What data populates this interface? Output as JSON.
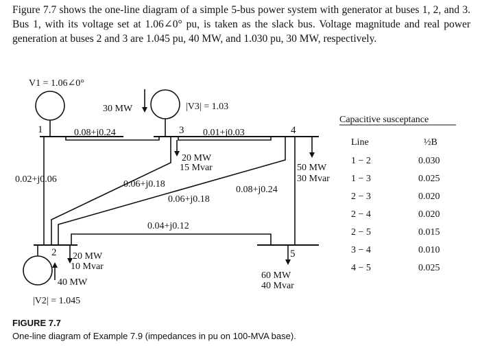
{
  "intro_text": "Figure 7.7 shows the one-line diagram of a simple 5-bus power system with generator at buses 1, 2, and 3. Bus 1, with its voltage set at 1.06∠0° pu, is taken as the slack bus. Voltage magnitude and real power generation at buses 2 and 3 are 1.045 pu, 40 MW, and 1.030 pu, 30 MW, respectively.",
  "diagram": {
    "buses": [
      "1",
      "2",
      "3",
      "4",
      "5"
    ],
    "generators": {
      "bus1_voltage": "V1 = 1.06∠0°",
      "bus3_power": "30 MW",
      "bus3_voltage": "|V3| = 1.03",
      "bus2_power": "40 MW",
      "bus2_voltage": "|V2| = 1.045"
    },
    "loads": {
      "bus3": [
        "20 MW",
        "15 Mvar"
      ],
      "bus4": [
        "50 MW",
        "30 Mvar"
      ],
      "bus2": [
        "20 MW",
        "10 Mvar"
      ],
      "bus5": [
        "60 MW",
        "40 Mvar"
      ]
    },
    "impedances": {
      "line_1_3": "0.08+j0.24",
      "line_3_4": "0.01+j0.03",
      "line_1_2": "0.02+j0.06",
      "line_2_3a": "0.06+j0.18",
      "line_2_3b": "0.06+j0.18",
      "line_4_5": "0.08+j0.24",
      "line_2_5": "0.04+j0.12"
    }
  },
  "table": {
    "title": "Capacitive susceptance",
    "col_line": "Line",
    "col_b": "½B",
    "rows": [
      {
        "line": "1 − 2",
        "b": "0.030"
      },
      {
        "line": "1 − 3",
        "b": "0.025"
      },
      {
        "line": "2 − 3",
        "b": "0.020"
      },
      {
        "line": "2 − 4",
        "b": "0.020"
      },
      {
        "line": "2 − 5",
        "b": "0.015"
      },
      {
        "line": "3 − 4",
        "b": "0.010"
      },
      {
        "line": "4 − 5",
        "b": "0.025"
      }
    ]
  },
  "figure_title": "FIGURE 7.7",
  "figure_caption": "One-line diagram of Example 7.9 (impedances in pu on 100-MVA base)."
}
